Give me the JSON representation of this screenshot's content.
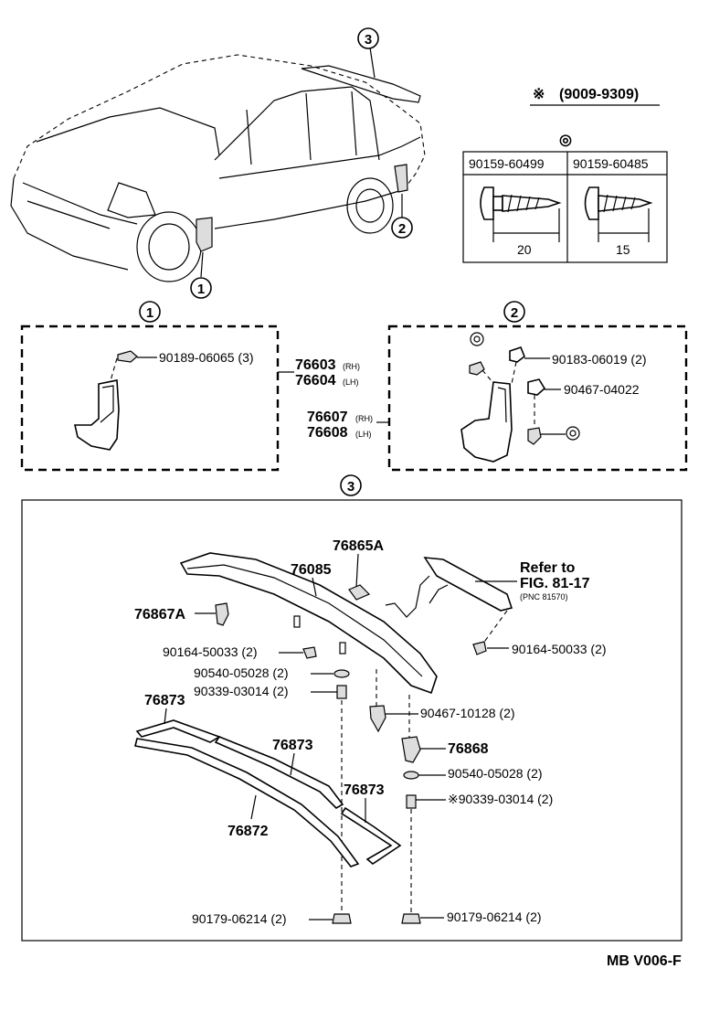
{
  "callouts": {
    "c1": "1",
    "c2": "2",
    "c3": "3"
  },
  "header_note": {
    "symbol": "※",
    "range": "(9009-9309)"
  },
  "screw_table": {
    "symbol": "◎",
    "col1_part": "90159-60499",
    "col2_part": "90159-60485",
    "col1_dim": "20",
    "col2_dim": "15"
  },
  "box1": {
    "screw": "90189-06065 (3)",
    "rh_num": "76603",
    "rh_suffix": "(RH)",
    "lh_num": "76604",
    "lh_suffix": "(LH)"
  },
  "box2": {
    "screw1": "90183-06019 (2)",
    "clip": "90467-04022",
    "rh_num": "76607",
    "rh_suffix": "(RH)",
    "lh_num": "76608",
    "lh_suffix": "(LH)"
  },
  "box3": {
    "p76865a": "76865A",
    "p76085": "76085",
    "p76867a": "76867A",
    "refer1": "Refer to",
    "refer2": "FIG. 81-17",
    "refer3": "(PNC 81570)",
    "screw_l": "90164-50033 (2)",
    "screw_r": "90164-50033 (2)",
    "washer_l": "90540-05028 (2)",
    "spacer_l": "90339-03014 (2)",
    "clip_c": "90467-10128 (2)",
    "p76868": "76868",
    "washer_r": "90540-05028 (2)",
    "spacer_r": "※90339-03014 (2)",
    "p76873a": "76873",
    "p76873b": "76873",
    "p76873c": "76873",
    "p76872": "76872",
    "nut_l": "90179-06214 (2)",
    "nut_r": "90179-06214 (2)"
  },
  "footer": {
    "code": "MB V006-F"
  }
}
